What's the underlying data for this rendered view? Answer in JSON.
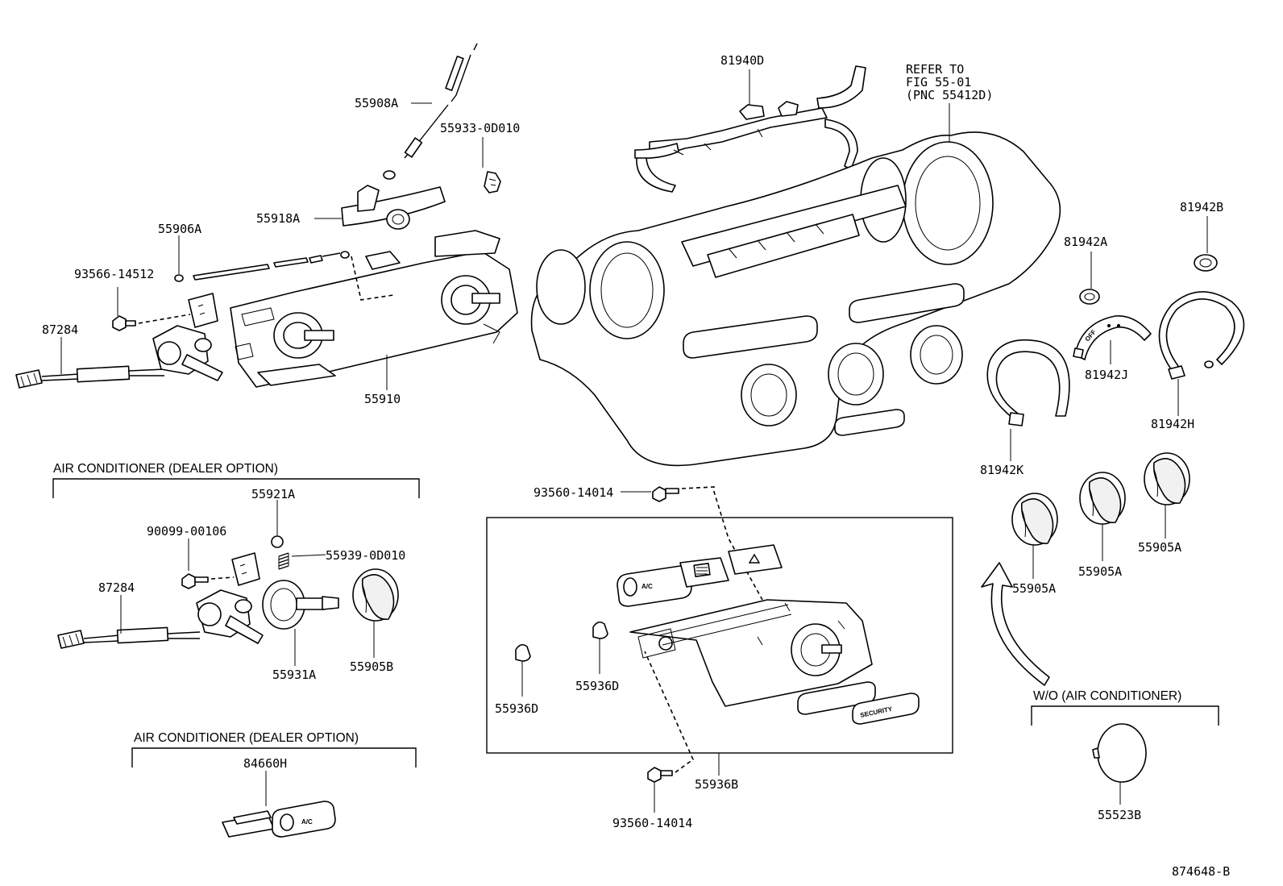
{
  "labels": {
    "p55908a": "55908A",
    "p55933_0d010": "55933-0D010",
    "p55918a": "55918A",
    "p55906a": "55906A",
    "p93566_14512": "93566-14512",
    "p87284_top": "87284",
    "p55910": "55910",
    "p81940d": "81940D",
    "refer_line1": "REFER TO",
    "refer_line2": "FIG 55-01",
    "refer_line3": "(PNC 55412D)",
    "p81942b": "81942B",
    "p81942a": "81942A",
    "p81942j": "81942J",
    "p81942h": "81942H",
    "p81942k": "81942K",
    "note_ac": "AIR CONDITIONER (DEALER OPTION)",
    "p55921a": "55921A",
    "p90099_00106": "90099-00106",
    "p55939_0d010": "55939-0D010",
    "p87284_bottom": "87284",
    "p55931a": "55931A",
    "p55905b": "55905B",
    "p84660h": "84660H",
    "p93560_14014_top": "93560-14014",
    "p55936d_left": "55936D",
    "p55936d_right": "55936D",
    "p55936b": "55936B",
    "p93560_14014_bottom": "93560-14014",
    "p55905a_1": "55905A",
    "p55905a_2": "55905A",
    "p55905a_3": "55905A",
    "note_wo_ac": "W/O (AIR CONDITIONER)",
    "p55523b": "55523B",
    "figure_number": "874648-B"
  },
  "button_text": {
    "ac": "A/C",
    "off": "OFF",
    "security": "SECURITY"
  }
}
